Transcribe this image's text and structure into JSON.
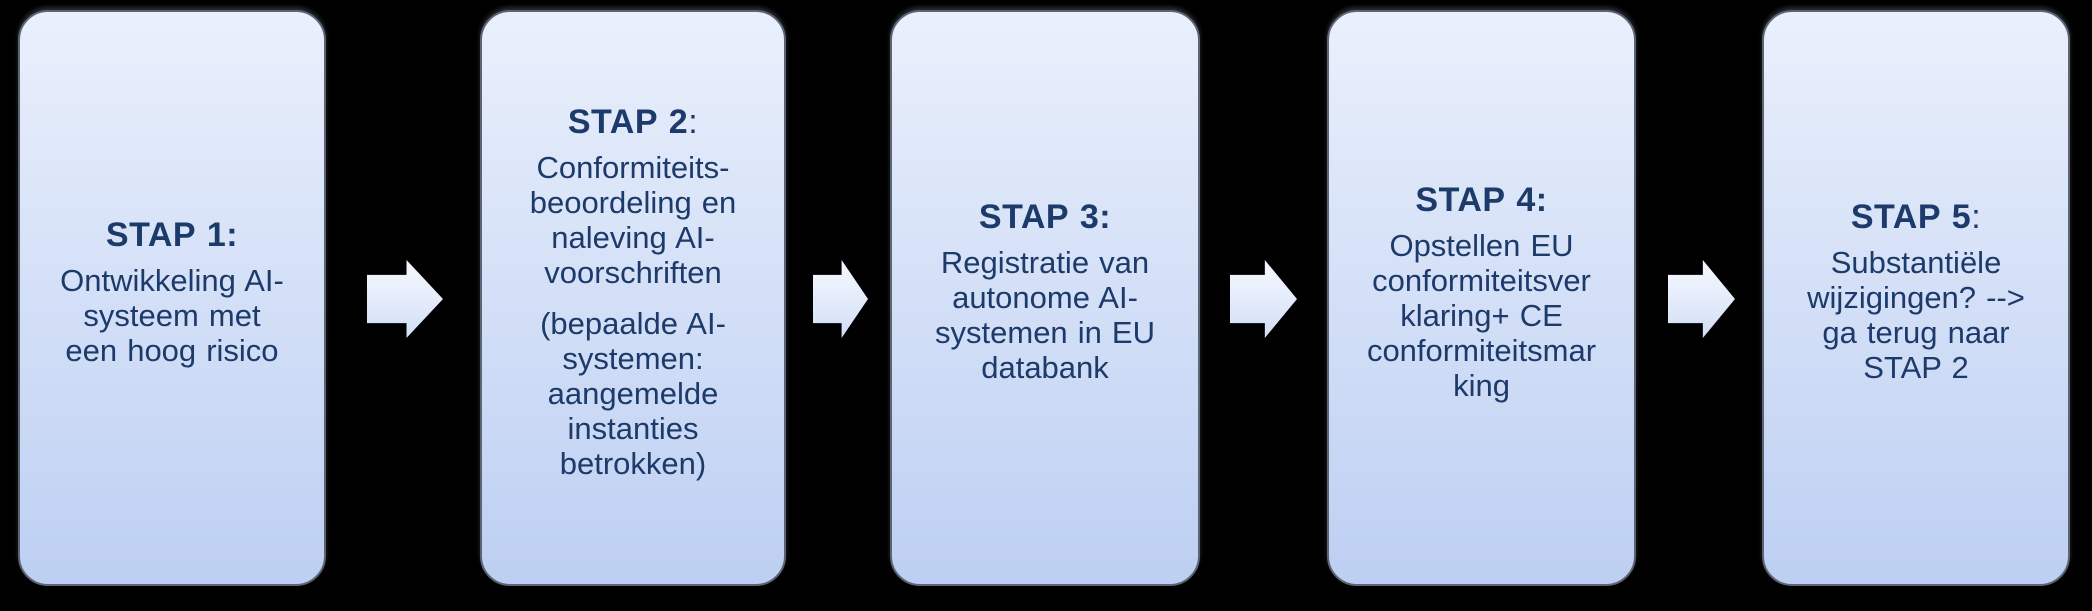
{
  "colors": {
    "background": "#000000",
    "box_fill_top": "#eaf0fc",
    "box_fill_bottom": "#bdcff2",
    "box_border": "#5d6575",
    "text": "#1c3a6a",
    "arrow_fill_top": "#f6f9ff",
    "arrow_fill_bottom": "#d3dff6"
  },
  "steps": [
    {
      "title_bold": "STAP 1:",
      "title_rest": "",
      "body": "Ontwikkeling AI-\nsysteem met\neen hoog risico"
    },
    {
      "title_bold": "STAP 2",
      "title_rest": ":",
      "body": "Conformiteits-\nbeoordeling en\nnaleving AI-\nvoorschriften",
      "body_secondary": "(bepaalde AI-\nsystemen:\naangemelde\ninstanties\nbetrokken)"
    },
    {
      "title_bold": "STAP 3:",
      "title_rest": "",
      "body": "Registratie van\nautonome AI-\nsystemen in EU\ndatabank"
    },
    {
      "title_bold": "STAP 4:",
      "title_rest": "",
      "body": "Opstellen EU\nconformiteitsver\nklaring+ CE\nconformiteitsmar\nking"
    },
    {
      "title_bold": "STAP 5",
      "title_rest": ":",
      "body": "Substantiële\nwijzigingen? -->\nga terug naar\nSTAP 2"
    }
  ],
  "arrows": [
    {
      "icon": "block-arrow-right"
    },
    {
      "icon": "block-arrow-right"
    },
    {
      "icon": "block-arrow-right"
    },
    {
      "icon": "block-arrow-right"
    }
  ]
}
